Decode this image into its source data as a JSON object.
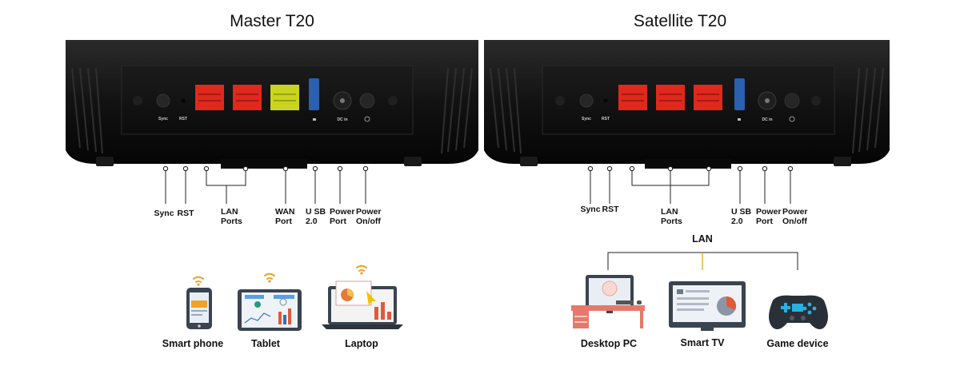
{
  "master": {
    "title": "Master T20",
    "panel_labels": [
      "Sync",
      "RST",
      "DC in"
    ],
    "callouts": {
      "sync": "Sync",
      "rst": "RST",
      "lan": [
        "LAN",
        "Ports"
      ],
      "wan": [
        "WAN",
        "Port"
      ],
      "usb": [
        "U SB",
        "2.0"
      ],
      "power_port": [
        "Power",
        "Port"
      ],
      "power_onoff": [
        "Power",
        "On/off"
      ]
    },
    "devices": [
      "Smart phone",
      "Tablet",
      "Laptop"
    ]
  },
  "satellite": {
    "title": "Satellite T20",
    "panel_labels": [
      "Sync",
      "RST",
      "DC in"
    ],
    "callouts": {
      "sync": "Sync",
      "rst": "RST",
      "lan": [
        "LAN",
        "Ports"
      ],
      "usb": [
        "U SB",
        "2.0"
      ],
      "power_port": [
        "Power",
        "Port"
      ],
      "power_onoff": [
        "Power",
        "On/off"
      ]
    },
    "lan_bus_label": "LAN",
    "devices": [
      "Desktop PC",
      "Smart TV",
      "Game device"
    ]
  },
  "colors": {
    "lan_port": "#e0281c",
    "wan_port": "#c8d420",
    "usb_port": "#2b5fb0",
    "router_body": "#151515",
    "bus_accent": "#d9a400"
  }
}
